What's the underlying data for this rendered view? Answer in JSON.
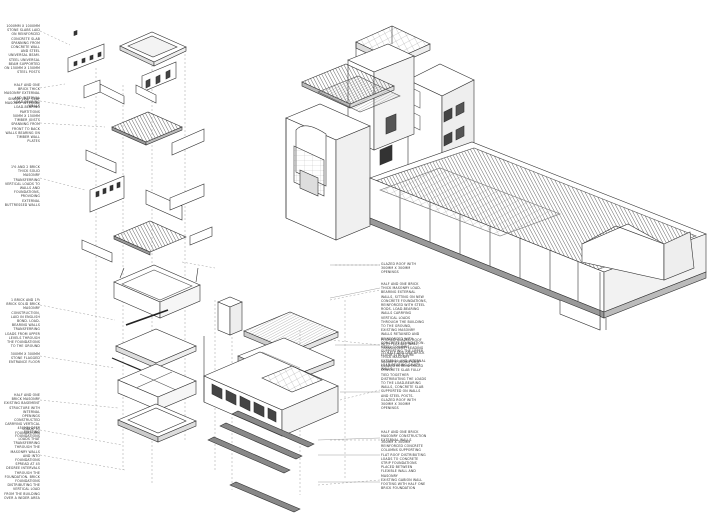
{
  "annotations_left": [
    {
      "id": "l1",
      "text": "1000mm x 1000mm stone slabs laid on reinforced concrete slab spanning from concrete wall and steel universal beam. Steel universal beam supported on 150mm x 150mm steel posts"
    },
    {
      "id": "l2",
      "text": "Half and one brick thick masonry external and internal load-bearing walls"
    },
    {
      "id": "l3",
      "text": "Single leaf clay masonry internal load-bearing partitions"
    },
    {
      "id": "l4",
      "text": "50mm x 150mm timber joists spanning from front to back walls bearing on timber wall plates"
    },
    {
      "id": "l5",
      "text": "1½ and 2 brick thick solid masonry transferring vertical loads to walls and foundations, providing external buttressed walls"
    },
    {
      "id": "l6",
      "text": "1 brick and 1½ brick solid brick masonry construction, laid in English bond. Load-bearing walls transferring loads from upper levels through the foundations to the ground"
    },
    {
      "id": "l7",
      "text": "300mm x 300mm stone flagged entrance floor"
    },
    {
      "id": "l8",
      "text": "Half and one brick masonry existing basement structure with internal openings constructed carrying vertical loads to foundations"
    },
    {
      "id": "l9",
      "text": "450mm deep existing foundations"
    },
    {
      "id": "l10",
      "text": "Loads that transferring through the masonry walls and into foundations spread at 45 degree intervals through the foundation. Brick foundations distributing the vertical load from the building over a wider area"
    }
  ],
  "annotations_right": [
    {
      "id": "r1",
      "text": "Glazed roof with 300mm x 300mm openings"
    },
    {
      "id": "r2",
      "text": "Half and one brick thick masonry load-bearing external walls, sitting on new concrete foundations, reinforced with steel rods. Load-bearing walls carrying vertical loads through the building to the ground, existing masonry walls retained and reinforced with concrete foundation. Steel columns supporting the upper floor structure"
    },
    {
      "id": "r3",
      "text": "Pitched glazed roof with flexible wall, translucent, leading to half and one brick thick masonry external and internal load-bearing cavity walls"
    },
    {
      "id": "r4",
      "text": "300mm x 300mm 6mm glazed in reinforced concrete slab fully tied together distributing the loads to the load-bearing walls, concrete slab supported on walls and steel posts. Glazed roof with 300mm x 300mm openings"
    },
    {
      "id": "r5",
      "text": "Half and one brick masonry construction external walls"
    },
    {
      "id": "r6",
      "text": "300mm x 300mm reinforced concrete columns supporting flat roof distributing loads to concrete strip foundations placed between flexible wall and masonry"
    },
    {
      "id": "r7",
      "text": "Existing gabion wall footing with half one brick foundation"
    }
  ]
}
